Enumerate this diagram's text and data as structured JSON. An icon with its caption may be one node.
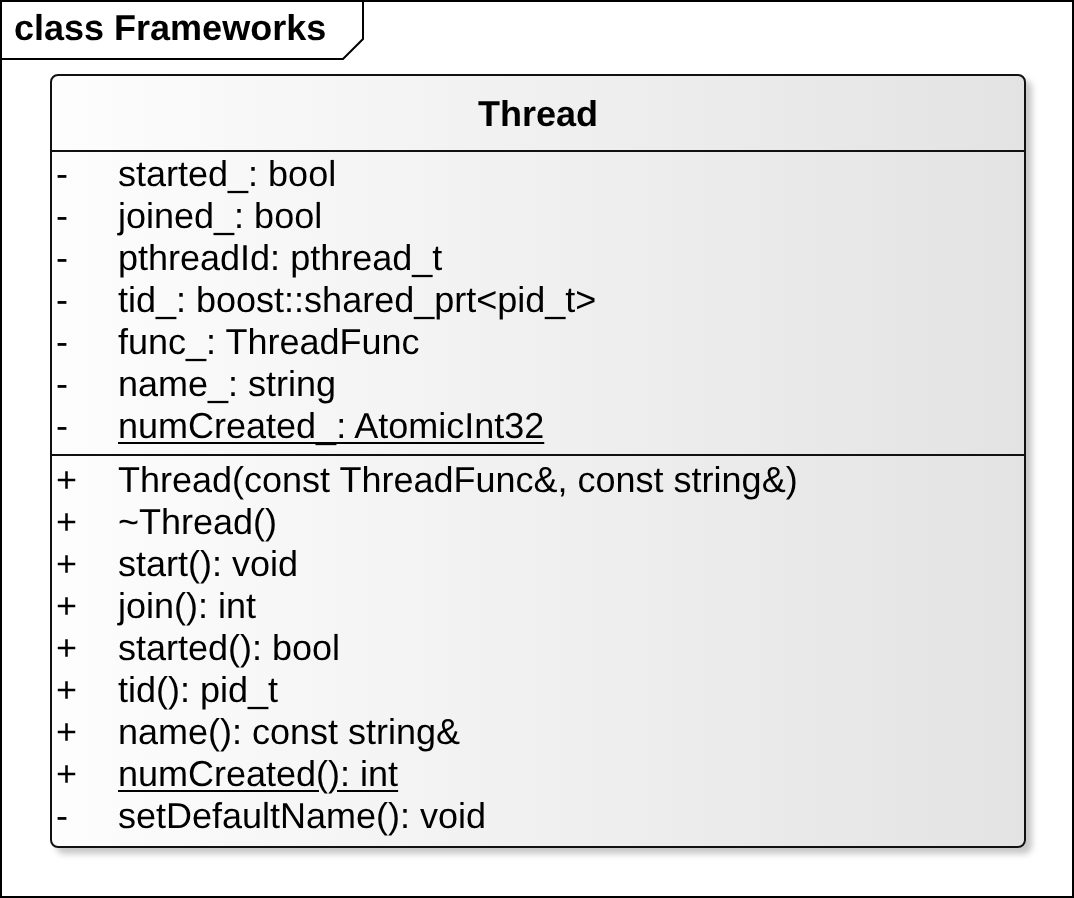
{
  "diagram": {
    "nodes": [
      {
        "text": [
          "class Frameworks"
        ]
      },
      {
        "text": [
          "Thread",
          "- started_: bool",
          "- joined_: bool",
          "- pthreadId: pthread_t",
          "- tid_: boost::shared_prt<pid_t>",
          "- func_: ThreadFunc",
          "- name_: string",
          "- numCreated_: AtomicInt32",
          "+ Thread(const ThreadFunc&, const string&)",
          "+ ~Thread()",
          "+ start(): void",
          "+ join(): int",
          "+ started(): bool",
          "+ tid(): pid_t",
          "+ name(): const string&",
          "+ numCreated(): int",
          "- setDefaultName(): void"
        ],
        "in": 0
      }
    ]
  }
}
